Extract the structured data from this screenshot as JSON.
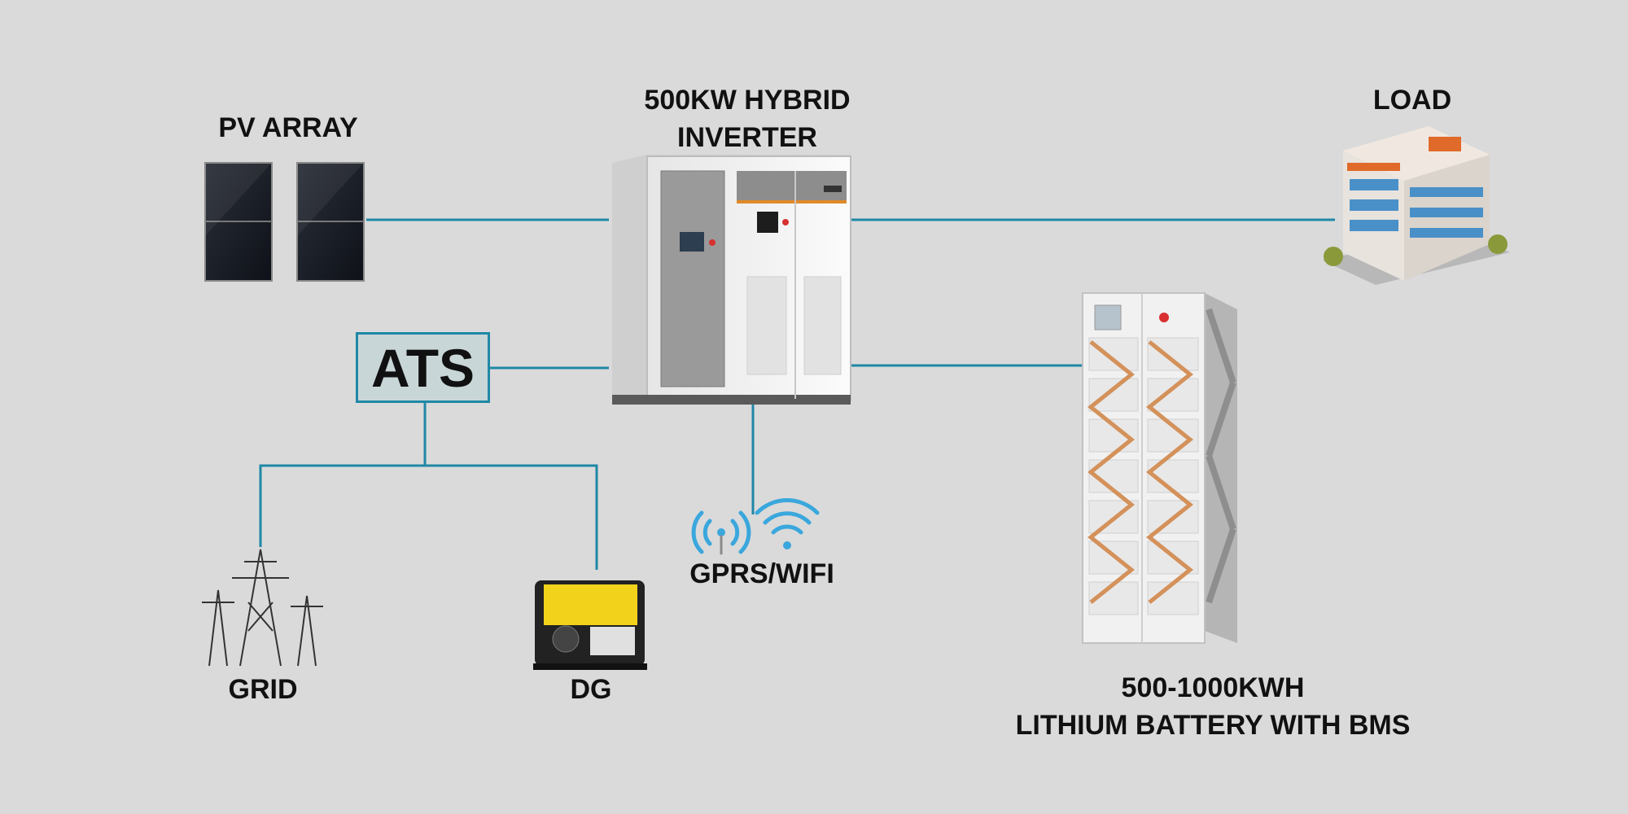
{
  "labels": {
    "pv_array": "PV ARRAY",
    "inverter_line1": "500KW HYBRID",
    "inverter_line2": "INVERTER",
    "load": "LOAD",
    "ats": "ATS",
    "grid": "GRID",
    "dg": "DG",
    "comms": "GPRS/WIFI",
    "battery_line1": "500-1000KWH",
    "battery_line2": "LITHIUM BATTERY WITH BMS"
  },
  "colors": {
    "background": "#dadada",
    "connector": "#1f88a6",
    "ats_fill": "#c9d6d8",
    "wifi_blue": "#3aa7dd",
    "inverter_accent": "#e08a2a",
    "generator_yellow": "#f2d21b",
    "battery_cable": "#d4915a"
  },
  "icons": {
    "pv": "solar-panel-icon",
    "inverter": "inverter-cabinet-icon",
    "load": "building-icon",
    "grid": "power-tower-icon",
    "dg": "generator-icon",
    "comms": "wireless-signal-icon",
    "battery": "battery-rack-icon"
  }
}
